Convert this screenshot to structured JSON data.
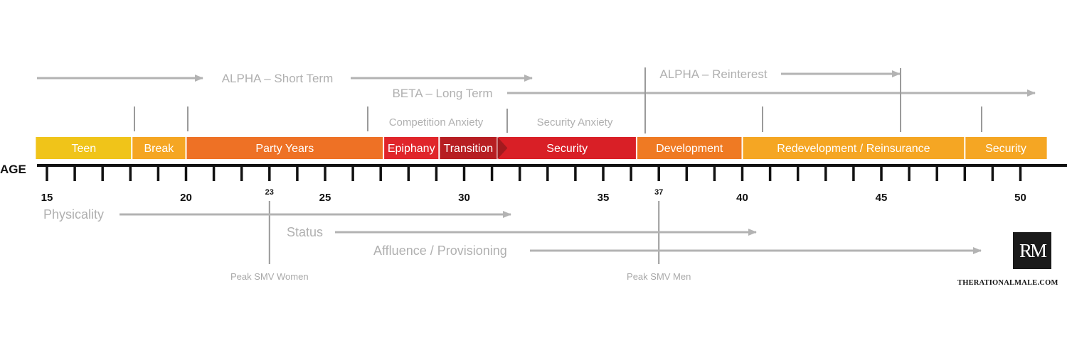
{
  "age_label": "AGE",
  "arrows": {
    "alpha_short": "ALPHA – Short Term",
    "beta_long": "BETA – Long Term",
    "alpha_reinterest": "ALPHA – Reinterest",
    "competition_anxiety": "Competition Anxiety",
    "security_anxiety": "Security Anxiety",
    "physicality": "Physicality",
    "status": "Status",
    "affluence": "Affluence / Provisioning"
  },
  "phases": [
    {
      "label": "Teen",
      "start": 14.6,
      "end": 18.05,
      "color": "#f0c419"
    },
    {
      "label": "Break",
      "start": 18.05,
      "end": 20.0,
      "color": "#f5a623"
    },
    {
      "label": "Party Years",
      "start": 20.0,
      "end": 27.1,
      "color": "#ee7125"
    },
    {
      "label": "Epiphany",
      "start": 27.1,
      "end": 29.1,
      "color": "#e0252a"
    },
    {
      "label": "Transition",
      "start": 29.1,
      "end": 31.2,
      "color": "#b71e22"
    },
    {
      "label": "Security",
      "start": 31.2,
      "end": 36.2,
      "color": "#d91f26"
    },
    {
      "label": "Development",
      "start": 36.2,
      "end": 40.0,
      "color": "#ef7a23"
    },
    {
      "label": "Redevelopment / Reinsurance",
      "start": 40.0,
      "end": 48.0,
      "color": "#f5a623"
    },
    {
      "label": "Security",
      "start": 48.0,
      "end": 50.95,
      "color": "#f5a623"
    }
  ],
  "axis": {
    "min": 15,
    "max": 50,
    "step": 1,
    "major_ticks": [
      15,
      20,
      25,
      30,
      35,
      40,
      45,
      50
    ]
  },
  "peaks": [
    {
      "age": 23,
      "age_label": "23",
      "label": "Peak SMV Women"
    },
    {
      "age": 37,
      "age_label": "37",
      "label": "Peak SMV Men"
    }
  ],
  "logo_text": "RM",
  "site_name": "THERATIONALMALE.COM"
}
